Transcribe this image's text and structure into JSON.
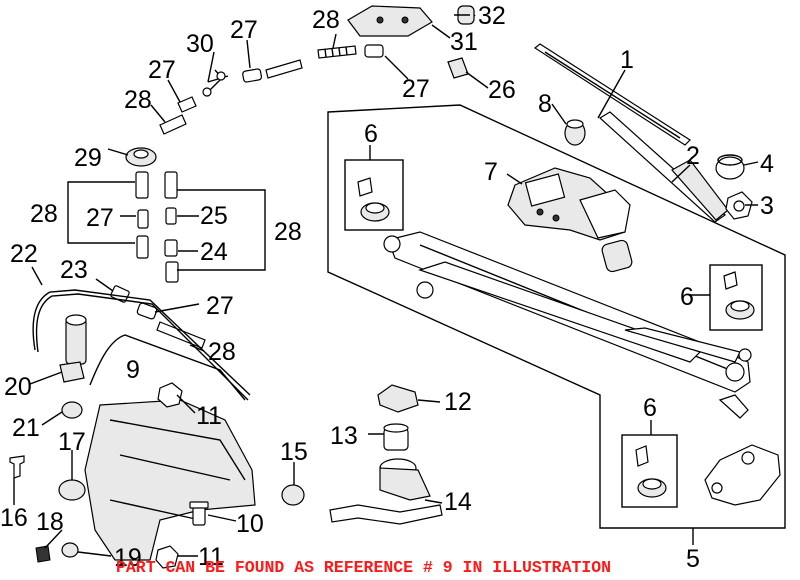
{
  "callouts": {
    "c1": "1",
    "c2": "2",
    "c3": "3",
    "c4": "4",
    "c5": "5",
    "c6a": "6",
    "c6b": "6",
    "c6c": "6",
    "c7": "7",
    "c8": "8",
    "c9": "9",
    "c10": "10",
    "c11a": "11",
    "c11b": "11",
    "c12": "12",
    "c13": "13",
    "c14": "14",
    "c15": "15",
    "c16": "16",
    "c17": "17",
    "c18": "18",
    "c19": "19",
    "c20": "20",
    "c21": "21",
    "c22": "22",
    "c23": "23",
    "c24": "24",
    "c25": "25",
    "c27a": "27",
    "c27b": "27",
    "c27c": "27",
    "c27d": "27",
    "c27e": "27",
    "c28a": "28",
    "c28b": "28",
    "c28c": "28",
    "c28d": "28",
    "c28e": "28",
    "c29": "29",
    "c30": "30",
    "c31": "31",
    "c32": "32",
    "c26": "26"
  },
  "note": "PART CAN BE FOUND AS REFERENCE # 9 IN ILLUSTRATION",
  "colors": {
    "note": "#ff1a1a",
    "ink": "#000000"
  }
}
